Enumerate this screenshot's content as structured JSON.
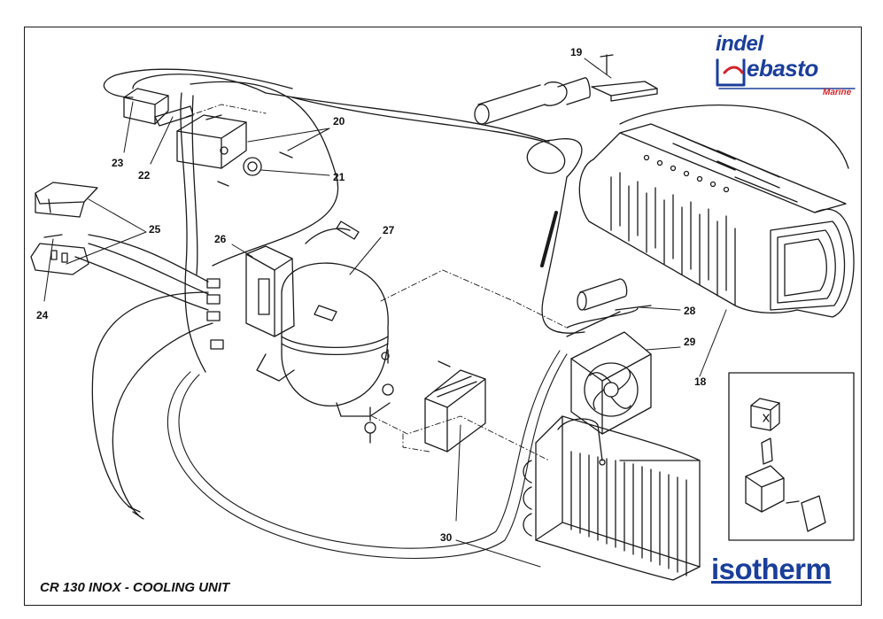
{
  "title": "CR 130 INOX - COOLING UNIT",
  "brands": {
    "indel": "indel",
    "webasto": "ebasto",
    "marine": "Marine",
    "isotherm": "isotherm"
  },
  "callouts": [
    "18",
    "19",
    "20",
    "21",
    "22",
    "23",
    "24",
    "25",
    "26",
    "27",
    "28",
    "29",
    "30"
  ],
  "colors": {
    "line": "#1a1a1a",
    "brand_blue": "#1a3e9a",
    "brand_red": "#d2232a"
  },
  "icons": [
    "thermostat-icon",
    "compressor-icon",
    "fan-icon",
    "condenser-icon",
    "evaporator-icon",
    "electronic-unit-icon",
    "relay-icon",
    "connector-inset-icon"
  ]
}
